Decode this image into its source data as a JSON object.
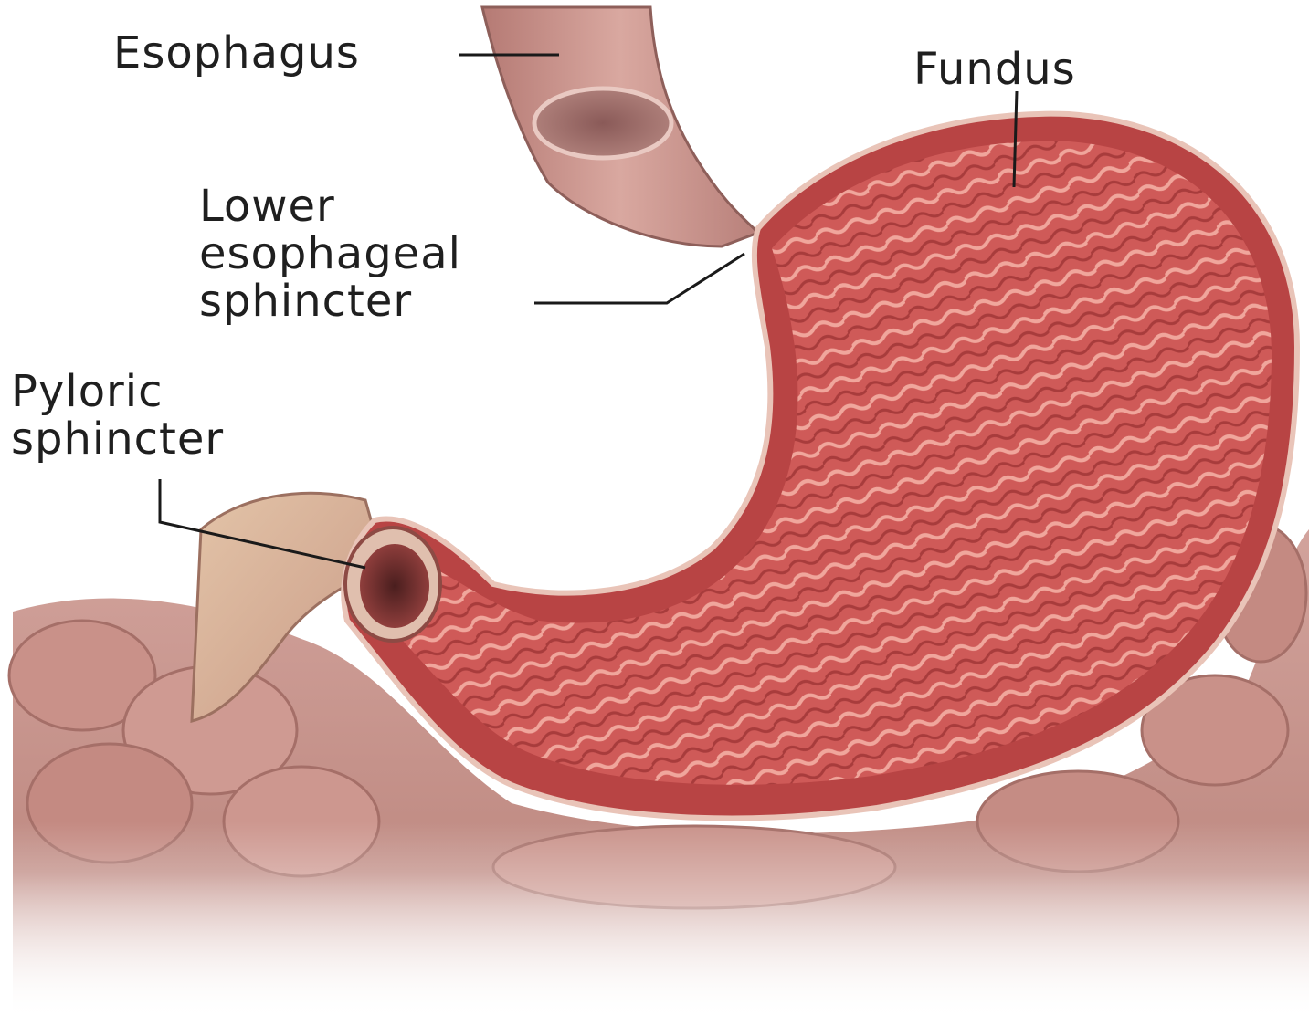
{
  "labels": {
    "esophagus": "Esophagus",
    "fundus": "Fundus",
    "lower_esophageal_sphincter": [
      "Lower",
      "esophageal",
      "sphincter"
    ],
    "pyloric_sphincter": [
      "Pyloric",
      "sphincter"
    ]
  },
  "colors": {
    "background": "#ffffff",
    "label_text": "#1f1f1f",
    "leader_line": "#1a1a1a",
    "stomach_wall": "#d9595a",
    "stomach_lining": "#c8484a",
    "esophagus_tube": "#c9908a",
    "intestines": "#c49088"
  }
}
